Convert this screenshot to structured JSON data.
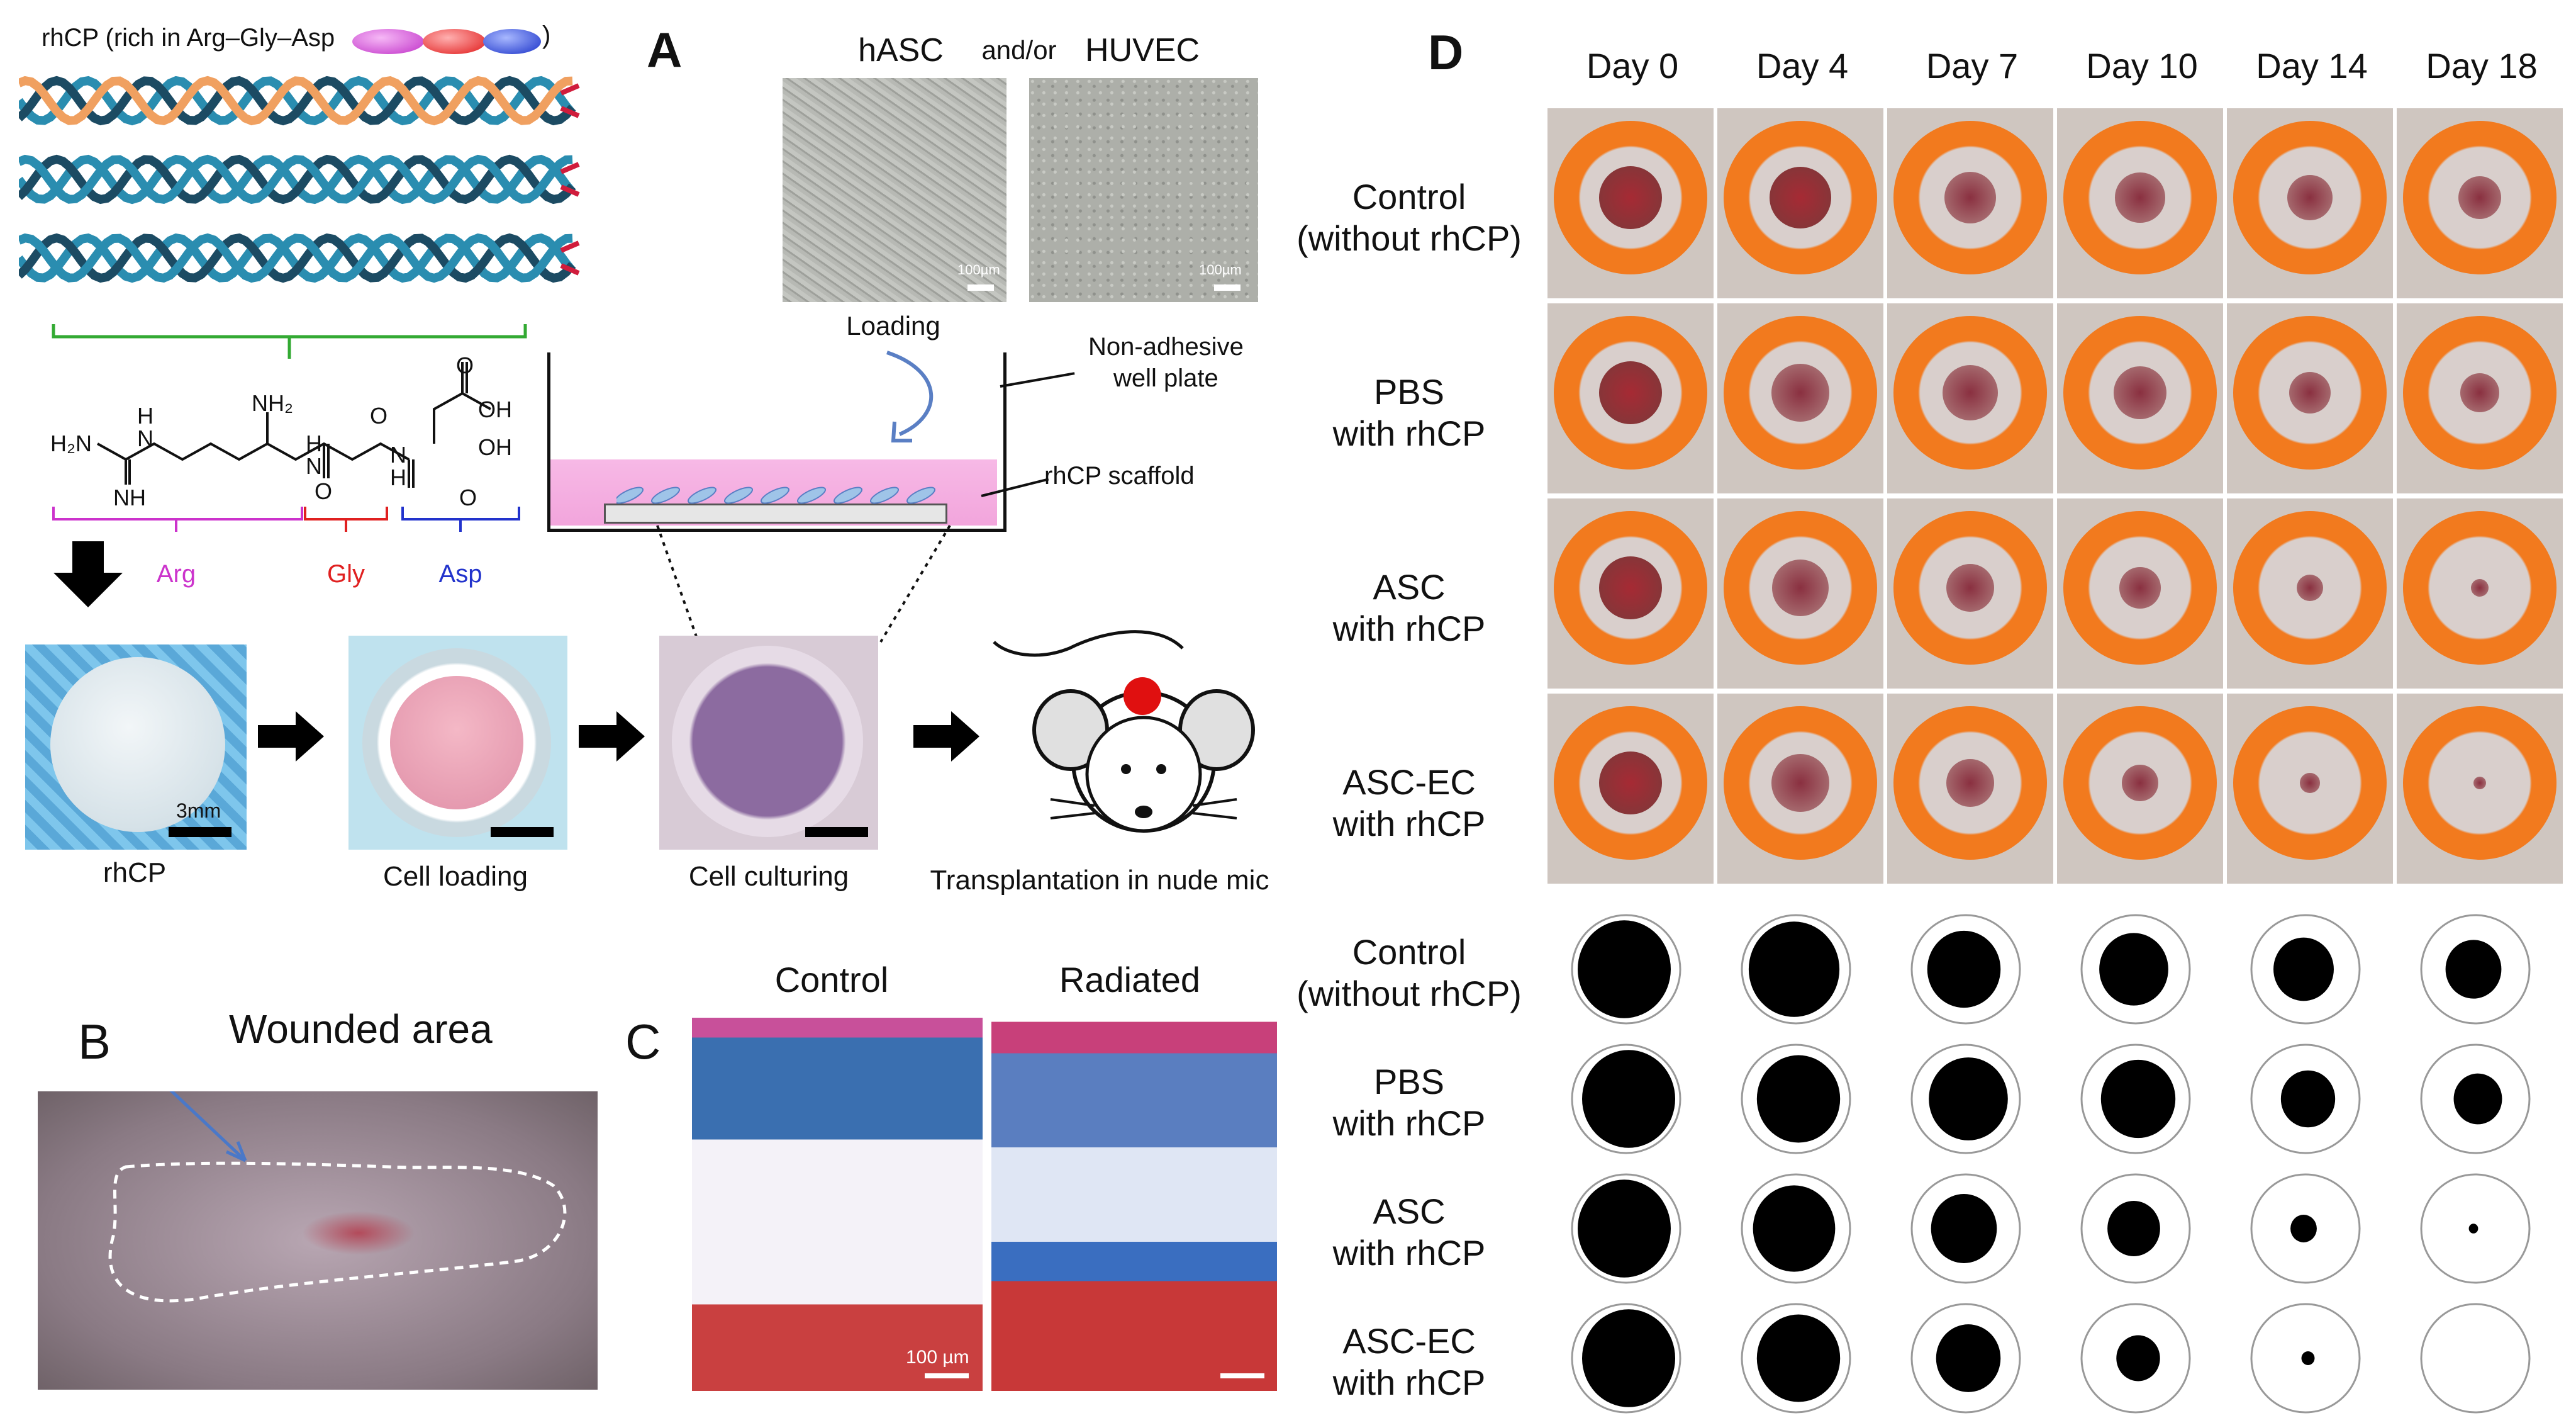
{
  "panel_a": {
    "letter": "A",
    "rhcp_title": "rhCP (rich in Arg–Gly–Asp",
    "rhcp_title_close": ")",
    "cell_types": {
      "left": "hASC",
      "connector": "and/or",
      "right": "HUVEC"
    },
    "scale_micro": "100µm",
    "loading": "Loading",
    "non_adhesive": "Non-adhesive\nwell plate",
    "scaffold": "rhCP scaffold",
    "residues": {
      "arg": "Arg",
      "gly": "Gly",
      "asp": "Asp"
    },
    "chem": {
      "nh2": "NH₂",
      "h2n": "H₂N",
      "nh": "NH",
      "h": "H",
      "n": "N",
      "o": "O",
      "oh": "OH"
    },
    "steps": [
      "rhCP",
      "Cell loading",
      "Cell culturing",
      "Transplantation in nude mic"
    ],
    "scale_mm": "3mm",
    "colors": {
      "arg": "#cc33cc",
      "gly": "#e02020",
      "asp": "#2233cc",
      "helix": "#2a8db0",
      "helix_dark": "#1c4b63",
      "accent_orange": "#f0a060",
      "bracket": "#33aa33"
    }
  },
  "panel_b": {
    "letter": "B",
    "wounded": "Wounded area"
  },
  "panel_c": {
    "letter": "C",
    "control": "Control",
    "radiated": "Radiated",
    "scale": "100 µm"
  },
  "panel_d": {
    "letter": "D",
    "days": [
      "Day 0",
      "Day 4",
      "Day 7",
      "Day 10",
      "Day 14",
      "Day 18"
    ],
    "groups": [
      "Control\n(without rhCP)",
      "PBS\nwith rhCP",
      "ASC\nwith rhCP",
      "ASC-EC\nwith rhCP"
    ],
    "wound_area_fraction": [
      [
        1.0,
        0.95,
        0.62,
        0.55,
        0.42,
        0.36
      ],
      [
        1.0,
        0.8,
        0.72,
        0.64,
        0.34,
        0.27
      ],
      [
        1.0,
        0.78,
        0.5,
        0.32,
        0.08,
        0.01
      ],
      [
        1.0,
        0.8,
        0.48,
        0.22,
        0.02,
        0.0
      ]
    ]
  }
}
